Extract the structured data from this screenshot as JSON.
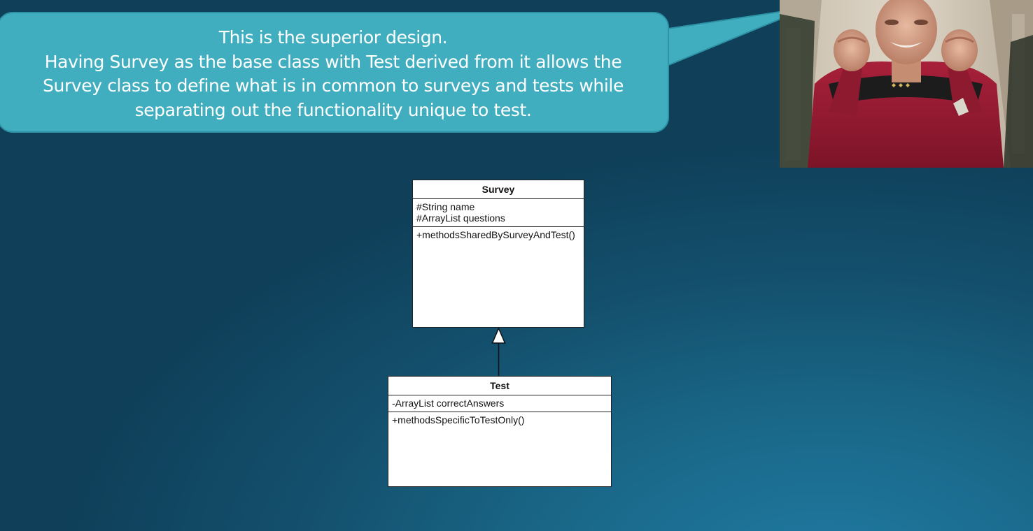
{
  "callout": {
    "line1": "This is the superior design.",
    "line2": "Having Survey as the base class with Test derived from it allows the Survey class to define what is in common to surveys and tests while separating out the functionality unique to test."
  },
  "photo": {
    "subject": "celebrating-person-photo"
  },
  "diagram": {
    "classes": [
      {
        "name": "Survey",
        "attributes": [
          "#String name",
          "#ArrayList questions"
        ],
        "operations": [
          "+methodsSharedBySurveyAndTest()"
        ]
      },
      {
        "name": "Test",
        "attributes": [
          "-ArrayList correctAnswers"
        ],
        "operations": [
          "+methodsSpecificToTestOnly()"
        ]
      }
    ],
    "relationship": "Test inherits from Survey"
  },
  "colors": {
    "callout_fill": "#41aebf",
    "background": "#134f6c"
  }
}
